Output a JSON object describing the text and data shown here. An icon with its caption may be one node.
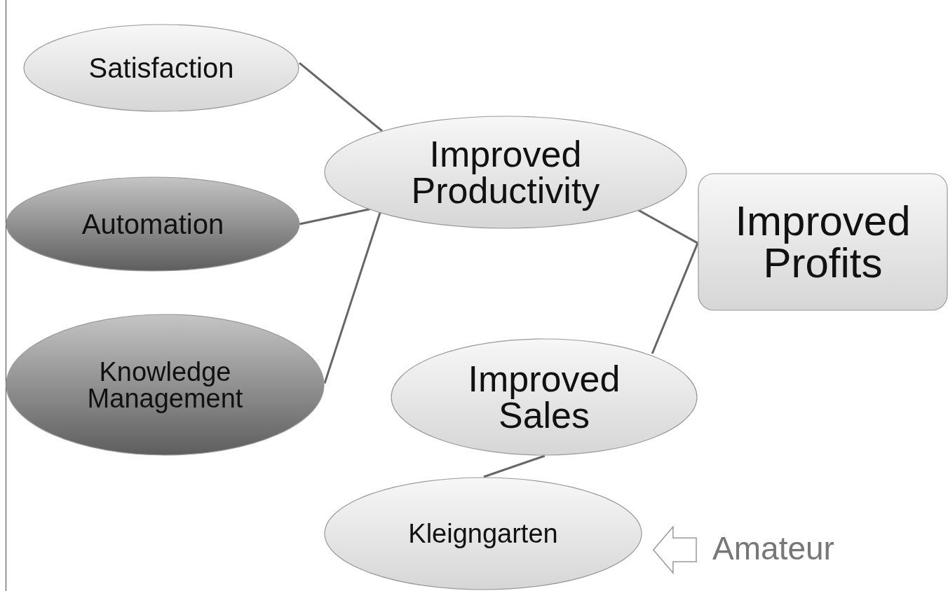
{
  "diagram": {
    "nodes": [
      {
        "text": [
          "Satisfaction"
        ]
      },
      {
        "text": [
          "Improved Productivity"
        ]
      },
      {
        "text": [
          "Automation"
        ]
      },
      {
        "text": [
          "Knowledge Management"
        ]
      },
      {
        "text": [
          "Improved Profits"
        ]
      },
      {
        "text": [
          "Improved Sales"
        ]
      },
      {
        "text": [
          "Kleigngarten"
        ]
      },
      {
        "text": [
          "Amateur"
        ]
      }
    ],
    "edges": [
      {
        "from": 0,
        "to": 1,
        "arrow": "none"
      },
      {
        "from": 2,
        "to": 1,
        "arrow": "none"
      },
      {
        "from": 3,
        "to": 1,
        "arrow": "none"
      },
      {
        "from": 1,
        "to": 4,
        "arrow": "none"
      },
      {
        "from": 5,
        "to": 4,
        "arrow": "none"
      },
      {
        "from": 6,
        "to": 5,
        "arrow": "none"
      },
      {
        "from": 7,
        "to": 6,
        "arrow": "to"
      }
    ]
  }
}
